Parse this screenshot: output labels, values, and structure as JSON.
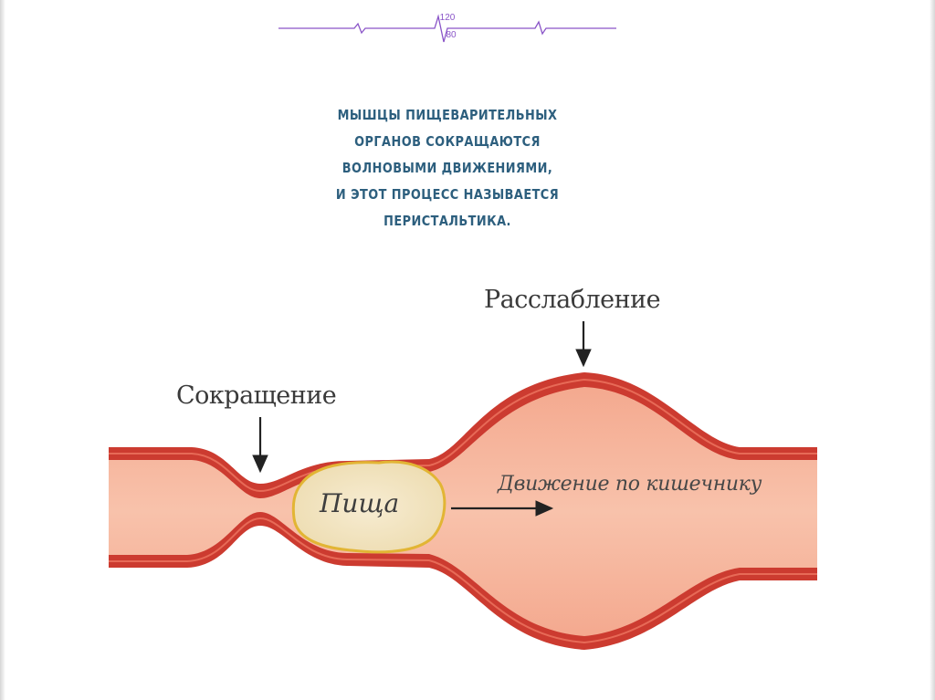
{
  "header": {
    "pressure_top": "120",
    "pressure_bottom": "80",
    "line_color": "#8a55c8"
  },
  "caption": {
    "lines": [
      "МЫШЦЫ ПИЩЕВАРИТЕЛЬНЫХ",
      "ОРГАНОВ СОКРАЩАЮТСЯ",
      "ВОЛНОВЫМИ ДВИЖЕНИЯМИ,",
      "И ЭТОТ ПРОЦЕСС НАЗЫВАЕТСЯ",
      "ПЕРИСТАЛЬТИКА."
    ],
    "color": "#2d5f7e"
  },
  "diagram": {
    "relaxation_label": "Расслабление",
    "contraction_label": "Сокращение",
    "movement_label": "Движение по кишечнику",
    "food_label": "Пища",
    "wall_color": "#d9473a",
    "lumen_color": "#f6b59c",
    "food_color": "#f2e4bf"
  }
}
